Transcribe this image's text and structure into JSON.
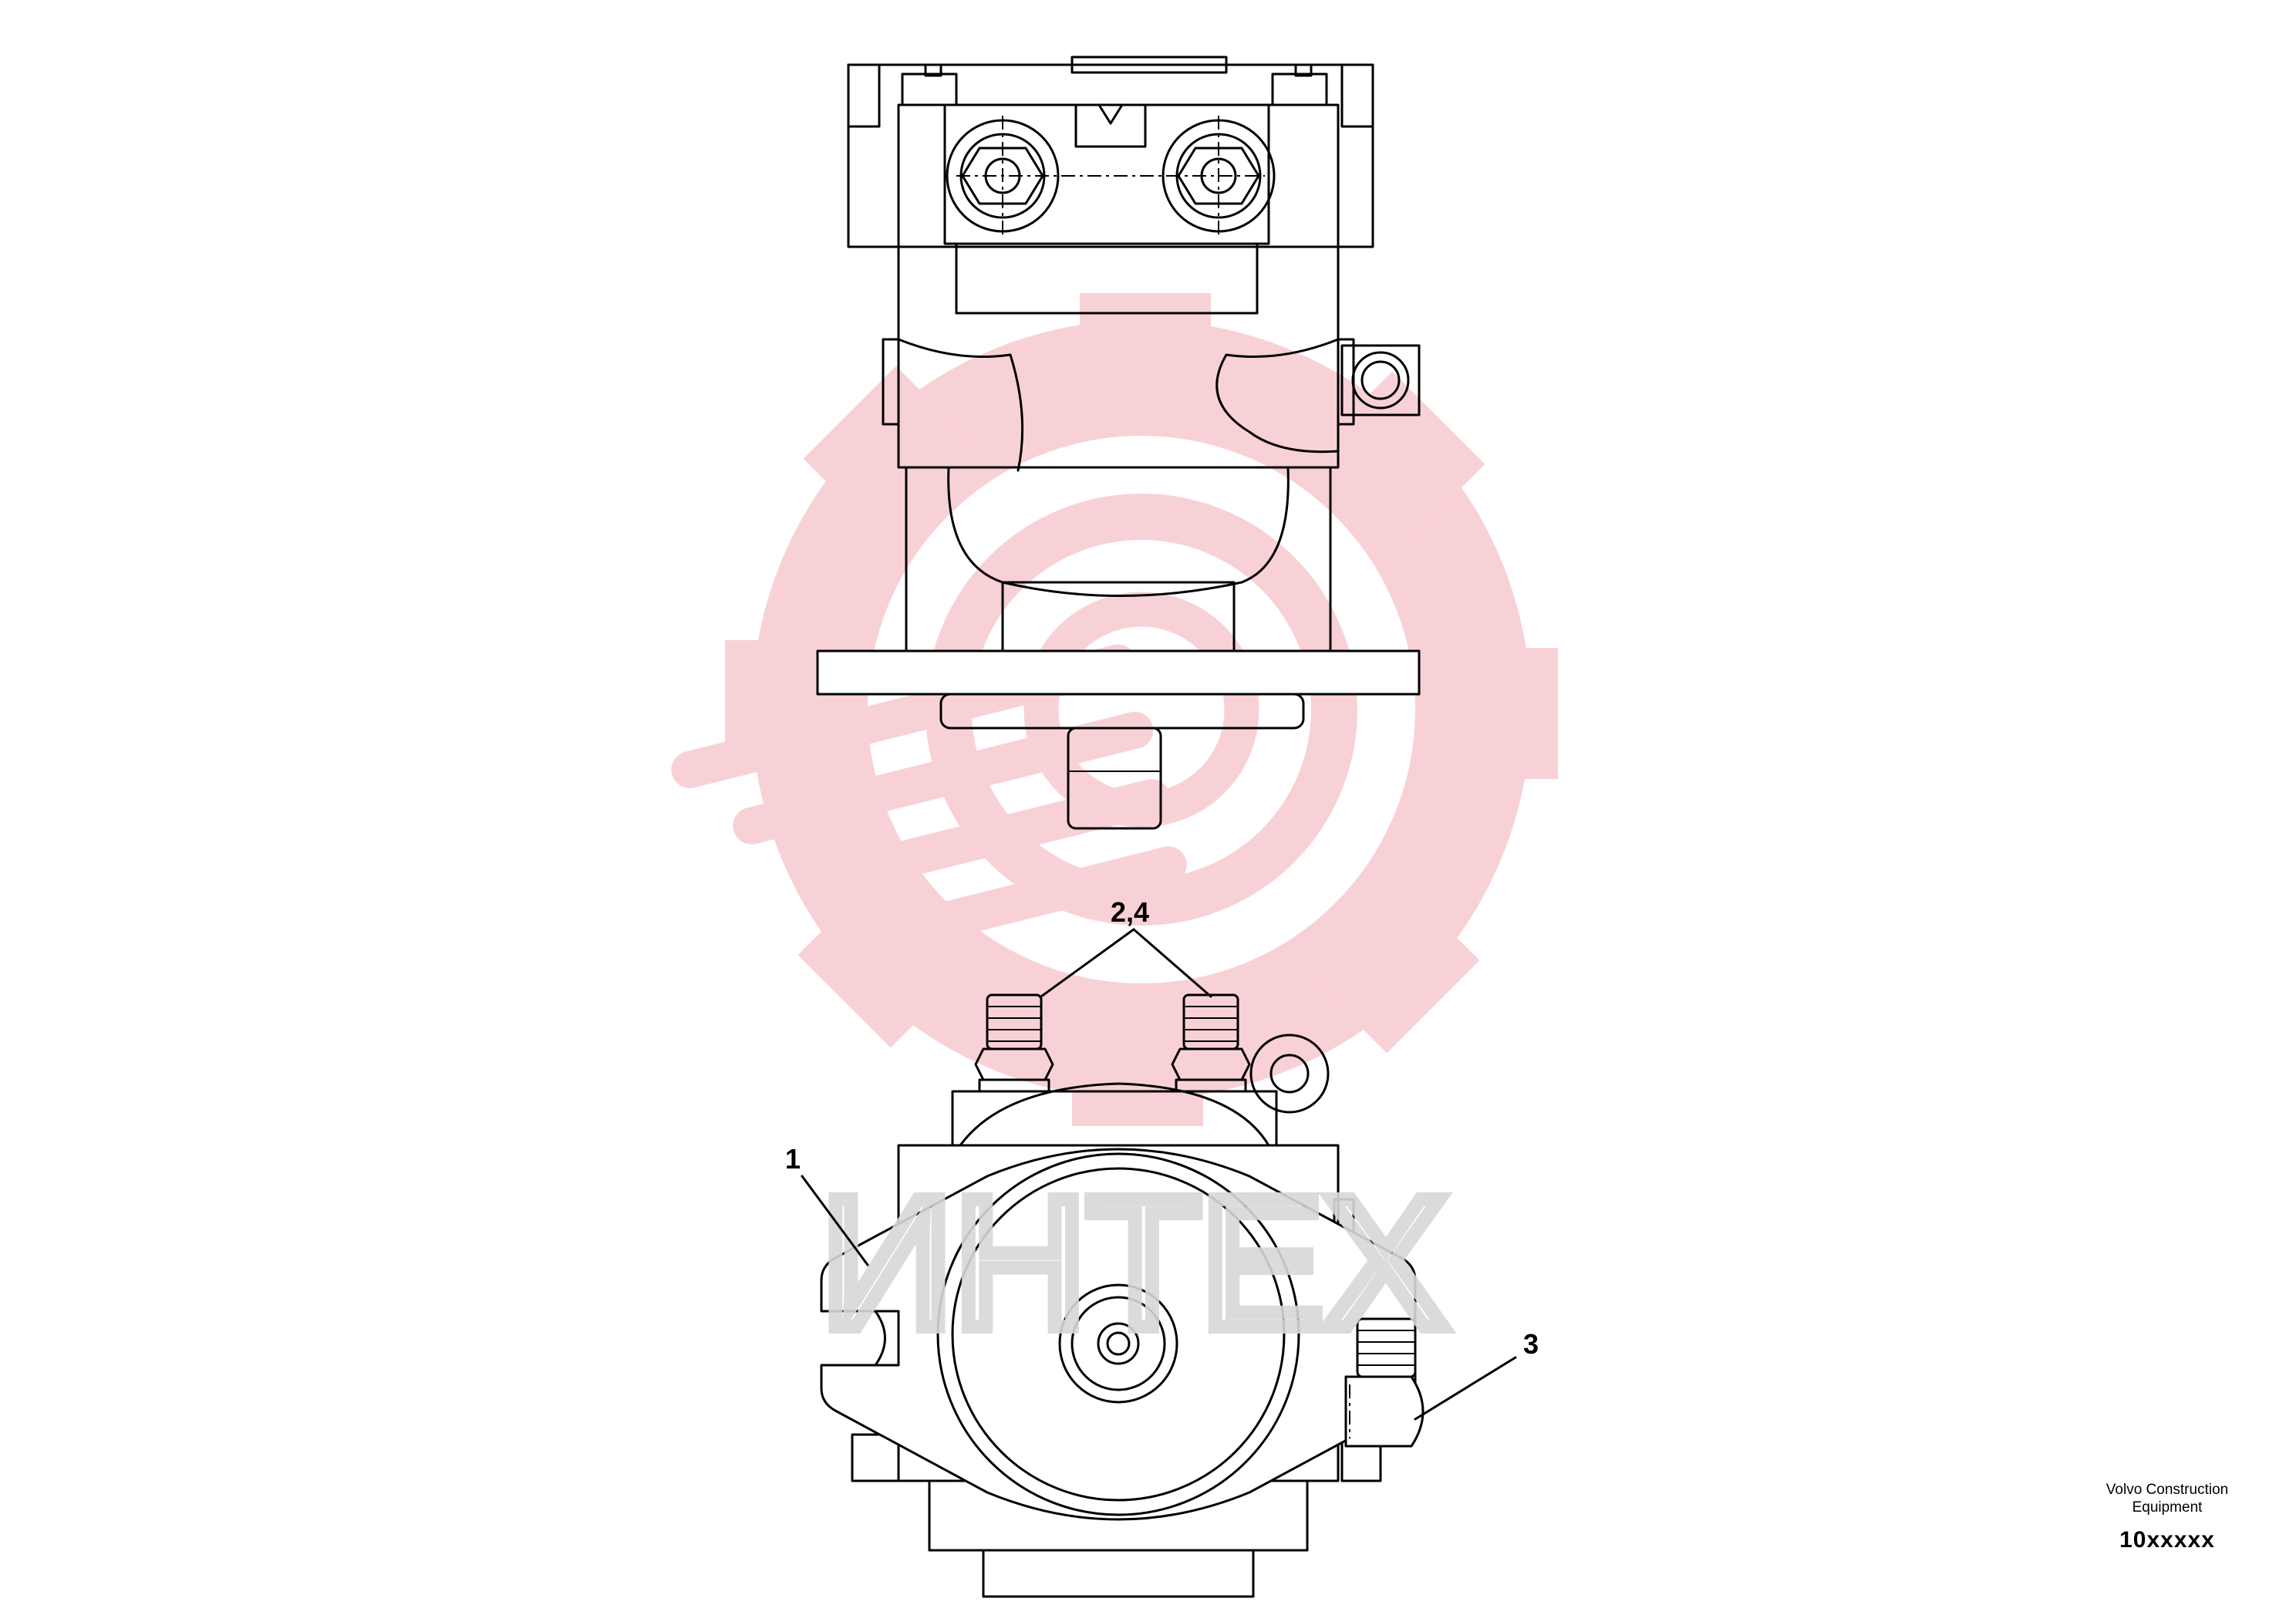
{
  "callouts": [
    {
      "label": "2,4"
    },
    {
      "label": "1"
    },
    {
      "label": "3"
    }
  ],
  "watermark": {
    "text": "ИНТЕХ",
    "gear_color": "#f7c9cf",
    "text_color": "#d8d8d8"
  },
  "info_block": {
    "line1": "Volvo Construction",
    "line2": "Equipment",
    "code": "10xxxxx"
  }
}
